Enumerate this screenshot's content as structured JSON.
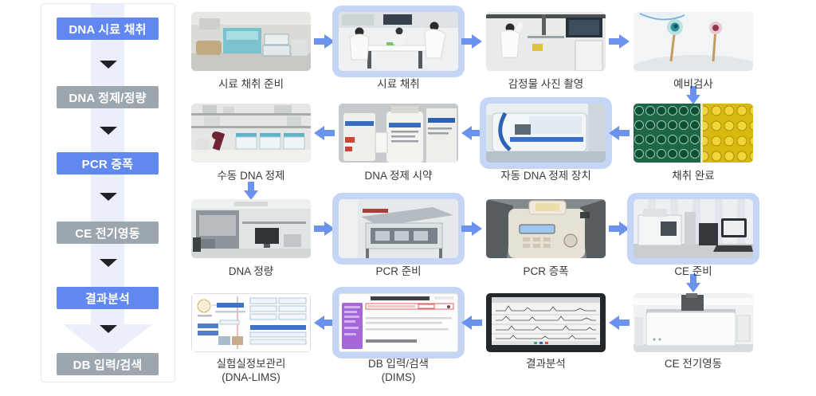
{
  "colors": {
    "accent_blue": "#6187f0",
    "step_gray": "#9ca6ae",
    "arrow_blue": "#6b93ee",
    "highlight_blue": "#c5d5f6",
    "bg_arrow_blue": "#eaeffb",
    "triangle_dark": "#1f2327",
    "caption_text": "#3a3a3a",
    "step_text": "#ffffff"
  },
  "sidebar": {
    "steps": [
      {
        "label": "DNA 시료 채취",
        "variant": "blue"
      },
      {
        "label": "DNA 정제/정량",
        "variant": "gray"
      },
      {
        "label": "PCR 증폭",
        "variant": "blue"
      },
      {
        "label": "CE 전기영동",
        "variant": "gray"
      },
      {
        "label": "결과분석",
        "variant": "blue"
      },
      {
        "label": "DB 입력/검색",
        "variant": "gray"
      }
    ]
  },
  "flow": {
    "items": [
      {
        "caption": "시료 채취 준비",
        "highlighted": false
      },
      {
        "caption": "시료 채취",
        "highlighted": true
      },
      {
        "caption": "감정물 사진 촬영",
        "highlighted": false
      },
      {
        "caption": "예비검사",
        "highlighted": false
      },
      {
        "caption": "수동 DNA 정제",
        "highlighted": false
      },
      {
        "caption": "DNA 정제 시약",
        "highlighted": false
      },
      {
        "caption": "자동 DNA 정제 장치",
        "highlighted": true
      },
      {
        "caption": "채취 완료",
        "highlighted": false
      },
      {
        "caption": "DNA 정량",
        "highlighted": false
      },
      {
        "caption": "PCR 준비",
        "highlighted": true
      },
      {
        "caption": "PCR 증폭",
        "highlighted": false
      },
      {
        "caption": "CE 준비",
        "highlighted": true
      },
      {
        "caption": "실험실정보관리",
        "caption2": "(DNA-LIMS)",
        "highlighted": false
      },
      {
        "caption": "DB 입력/검색",
        "caption2": "(DIMS)",
        "highlighted": true
      },
      {
        "caption": "결과분석",
        "highlighted": false
      },
      {
        "caption": "CE 전기영동",
        "highlighted": false
      }
    ]
  }
}
